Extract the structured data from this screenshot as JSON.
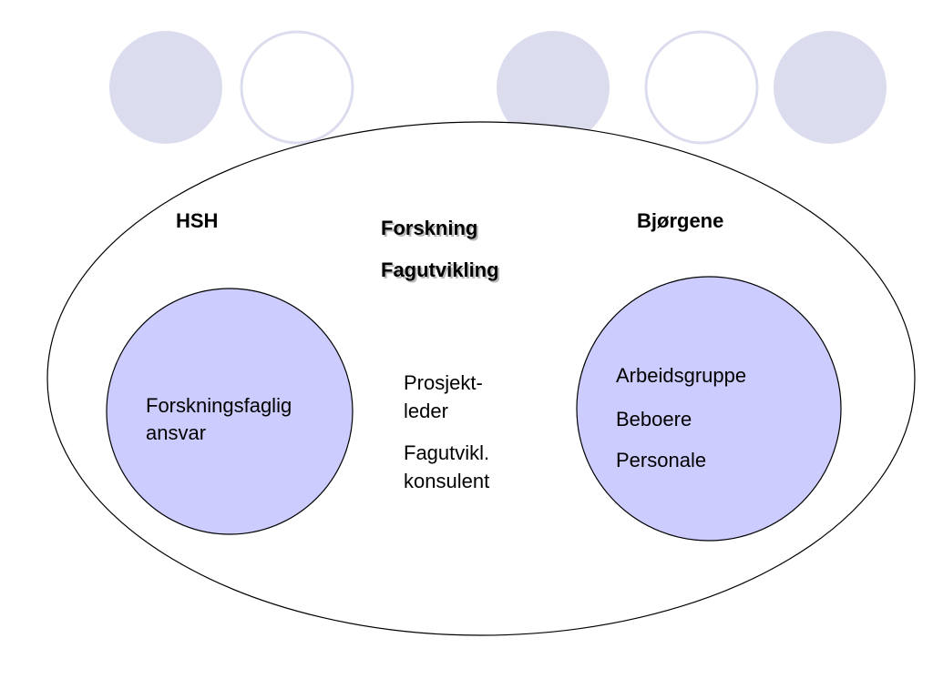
{
  "colors": {
    "deco_fill": "#dcdcef",
    "deco_outline": "#dcdcef",
    "inner_circle_fill": "#ccccff",
    "outline": "#000000",
    "background": "#ffffff"
  },
  "labels": {
    "left_org": "HSH",
    "right_org": "Bjørgene",
    "center_title_1": "Forskning",
    "center_title_2": "Fagutvikling"
  },
  "left_circle": {
    "line_1": "Forskningsfaglig",
    "line_2": "ansvar"
  },
  "center_roles": {
    "role_1_line_1": "Prosjekt-",
    "role_1_line_2": "leder",
    "role_2_line_1": "Fagutvikl.",
    "role_2_line_2": "konsulent"
  },
  "right_circle": {
    "item_1": "Arbeidsgruppe",
    "item_2": "Beboere",
    "item_3": "Personale"
  }
}
